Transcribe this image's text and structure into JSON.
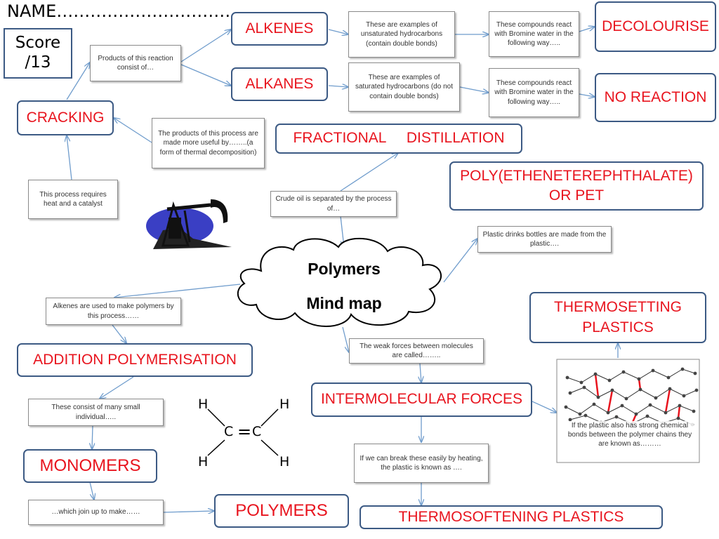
{
  "header": {
    "name_label": "NAME……………………………",
    "score_line1": "Score",
    "score_line2": "/13"
  },
  "center": {
    "line1": "Polymers",
    "line2": "Mind map"
  },
  "terms": {
    "alkenes": "ALKENES",
    "alkanes": "ALKANES",
    "decolourise": "DECOLOURISE",
    "no_reaction": "NO REACTION",
    "cracking": "CRACKING",
    "fractional_distillation": "FRACTIONAL     DISTILLATION",
    "pet_line1": "POLY(ETHENETEREPHTHALATE)",
    "pet_line2": "OR PET",
    "thermosetting_line1": "THERMOSETTING",
    "thermosetting_line2": "PLASTICS",
    "addition_polymerisation": "ADDITION POLYMERISATION",
    "intermolecular_forces": "INTERMOLECULAR FORCES",
    "monomers": "MONOMERS",
    "polymers": "POLYMERS",
    "thermosoftening": "THERMOSOFTENING PLASTICS"
  },
  "clues": {
    "alkenes_examples": "These are examples of unsaturated hydrocarbons (contain double bonds)",
    "alkanes_examples": "These are examples of saturated hydrocarbons (do not contain double bonds)",
    "alkenes_bromine": "These compounds react with Bromine water in the following way…..",
    "alkanes_bromine": "These compounds react with Bromine water in the following way…..",
    "cracking_products": "Products of this reaction consist of…",
    "process_products": "The products of this process are made more useful by……..(a form of thermal decomposition)",
    "heat_catalyst": "This process requires heat and a catalyst",
    "crude_oil": "Crude oil is separated by the process of…",
    "plastic_bottles": "Plastic drinks bottles are made from the plastic….",
    "alkenes_polymers": "Alkenes are used to make polymers by this process……",
    "weak_forces": "The weak forces between molecules are called……..",
    "small_individual": "These consist of many small individual…..",
    "strong_bonds": "If the plastic also has strong chemical bonds between the polymer chains they are known as………",
    "break_easily": "If we can break these easily by heating, the plastic is known as ….",
    "join_up": "…which join up to make……"
  },
  "ethene": {
    "h": "H",
    "c": "C",
    "bond": "="
  },
  "icons": {
    "oil_pump": "oil-pump-icon",
    "polymer_network": "crosslinked-polymer-network"
  },
  "colors": {
    "term_text": "#e8141e",
    "box_border": "#3c5a84",
    "arrow": "#6f9ccc",
    "crosslink": "#e8141e"
  }
}
